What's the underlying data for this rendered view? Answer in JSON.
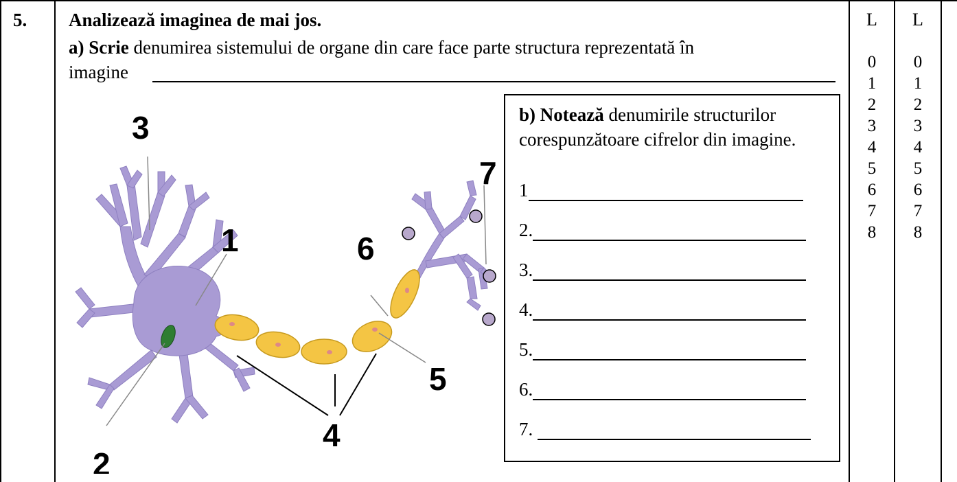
{
  "question": {
    "number": "5.",
    "title": "Analizează imaginea de mai jos.",
    "part_a": {
      "letter": "a)",
      "verb": "Scrie",
      "rest": " denumirea sistemului de organe din care face parte structura reprezentată în",
      "continuation": "imagine"
    },
    "part_b": {
      "letter": "b)",
      "verb": "Notează",
      "rest": " denumirile structurilor corespunzătoare cifrelor din imagine.",
      "answers": [
        "1",
        "2.",
        "3.",
        "4.",
        "5.",
        "6.",
        "7. "
      ]
    }
  },
  "diagram": {
    "labels": [
      "3",
      "1",
      "2",
      "4",
      "6",
      "5",
      "7"
    ]
  },
  "scoring": {
    "column1": {
      "header": "L",
      "values": [
        "0",
        "1",
        "2",
        "3",
        "4",
        "5",
        "6",
        "7",
        "8"
      ]
    },
    "column2": {
      "header": "L",
      "values": [
        "0",
        "1",
        "2",
        "3",
        "4",
        "5",
        "6",
        "7",
        "8"
      ]
    }
  },
  "colors": {
    "neuron_body": "#a99bd4",
    "myelin": "#f4c544",
    "myelin_stroke": "#c79a1e",
    "nucleus": "#2e7d32",
    "terminal_dot": "#b8a8cc"
  }
}
